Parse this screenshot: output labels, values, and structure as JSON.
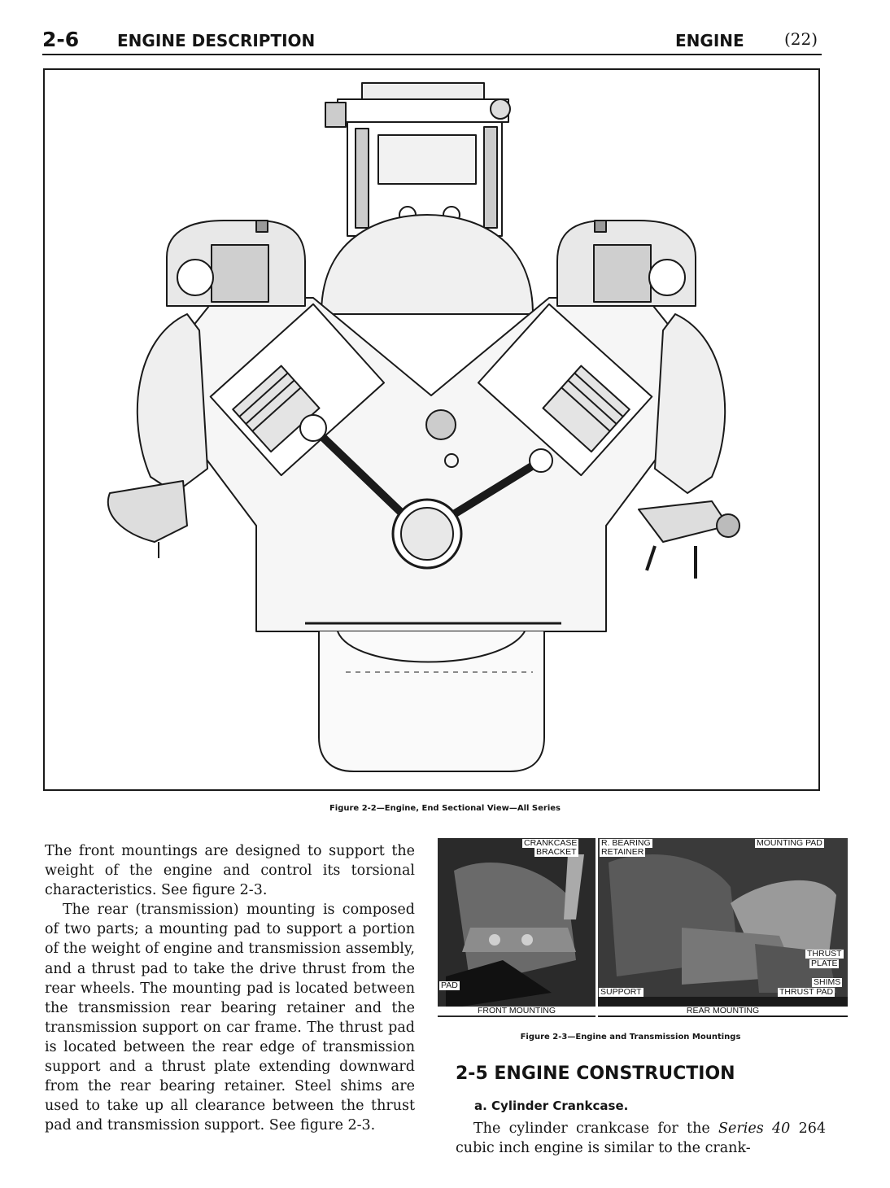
{
  "header": {
    "page_number": "2-6",
    "section_title": "ENGINE DESCRIPTION",
    "chapter_title": "ENGINE",
    "sheet_number": "(22)"
  },
  "figure_2_2": {
    "caption": "Figure 2-2—Engine, End Sectional View—All Series"
  },
  "figure_2_3": {
    "caption": "Figure 2-3—Engine and Transmission Mountings",
    "labels": {
      "crankcase": "CRANKCASE",
      "bracket": "BRACKET",
      "r_bearing": "R. BEARING",
      "retainer": "RETAINER",
      "mounting_pad": "MOUNTING PAD",
      "thrust": "THRUST",
      "plate": "PLATE",
      "shims": "SHIMS",
      "thrust_pad": "THRUST PAD",
      "pad": "PAD",
      "support": "SUPPORT",
      "front_mounting": "FRONT MOUNTING",
      "rear_mounting": "REAR MOUNTING"
    }
  },
  "body_left": {
    "p1": "The front mountings are designed to support the weight of the engine and control its torsional characteristics. See figure 2-3.",
    "p2": "The rear (transmission) mounting is composed of two parts; a mounting pad to support a portion of the weight of engine and transmission assembly, and a thrust pad to take the drive thrust from the rear wheels. The mounting pad is located between the transmission rear bearing retainer and the transmission support on car frame. The thrust pad is located between the rear edge of transmission support and a thrust plate extending downward from the rear bearing retainer. Steel shims are used to take up all clearance between the thrust pad and transmission support. See figure 2-3."
  },
  "section_2_5": {
    "heading": "2-5 ENGINE CONSTRUCTION",
    "subheading": "a. Cylinder Crankcase.",
    "text_before": "The cylinder crankcase for the ",
    "series": "Series 40",
    "text_after": " 264 cubic inch engine is similar to the crank-"
  }
}
